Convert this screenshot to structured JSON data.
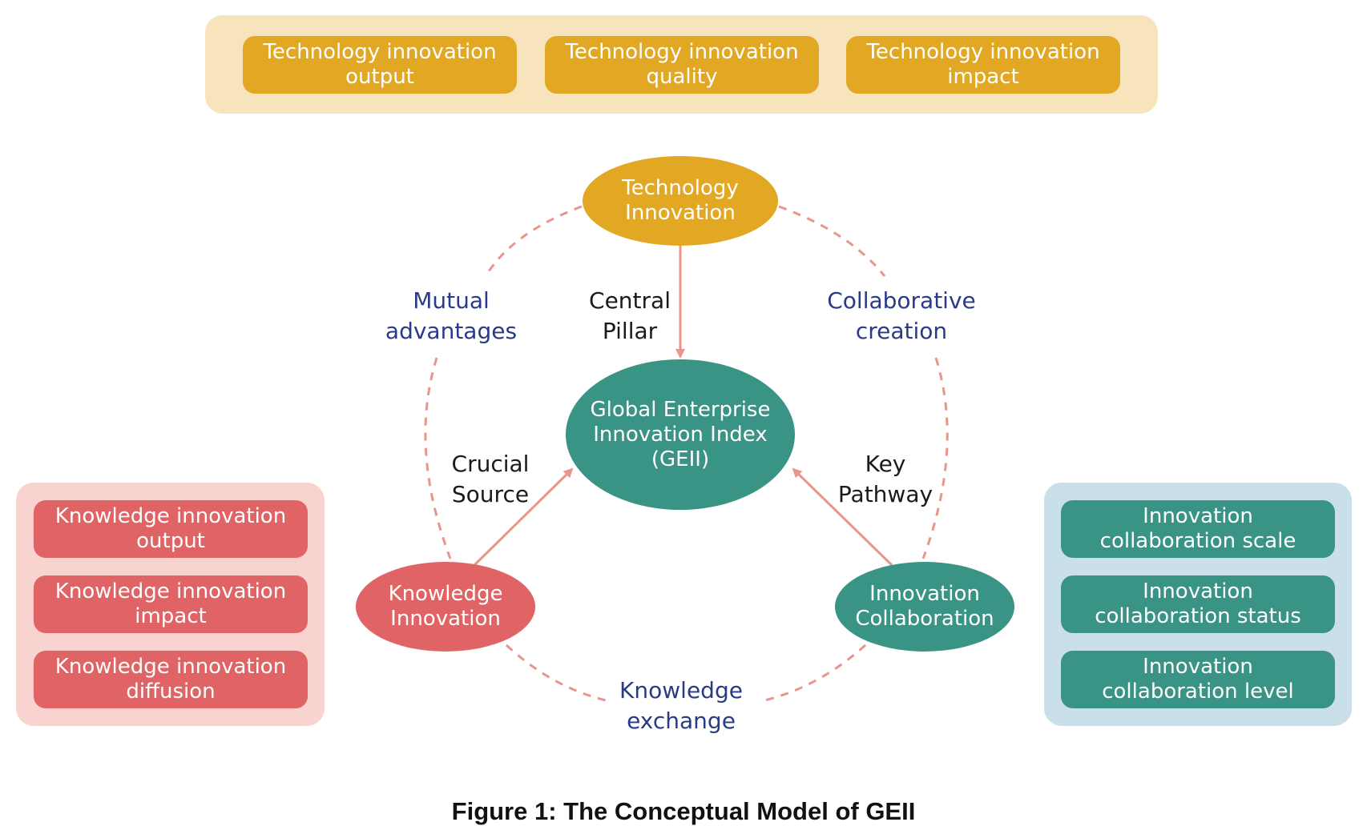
{
  "tech_panel": {
    "items": [
      "Technology innovation\noutput",
      "Technology innovation\nquality",
      "Technology innovation\nimpact"
    ]
  },
  "knowledge_panel": {
    "items": [
      "Knowledge innovation\noutput",
      "Knowledge innovation\nimpact",
      "Knowledge innovation\ndiffusion"
    ]
  },
  "collaboration_panel": {
    "items": [
      "Innovation\ncollaboration scale",
      "Innovation\ncollaboration status",
      "Innovation\ncollaboration level"
    ]
  },
  "nodes": {
    "technology": "Technology\nInnovation",
    "geii": "Global Enterprise\nInnovation Index\n(GEII)",
    "knowledge": "Knowledge\nInnovation",
    "collaboration": "Innovation\nCollaboration"
  },
  "relations": {
    "central_pillar": "Central\nPillar",
    "crucial_source": "Crucial\nSource",
    "key_pathway": "Key\nPathway",
    "mutual_advantages": "Mutual\nadvantages",
    "collaborative_creation": "Collaborative\ncreation",
    "knowledge_exchange": "Knowledge\nexchange"
  },
  "caption": "Figure 1: The Conceptual Model of GEII",
  "colors": {
    "gold": "#E2A824",
    "red": "#E06466",
    "teal": "#3A9485",
    "arrow": "#E8958C",
    "relation_text": "#2A3B85"
  }
}
